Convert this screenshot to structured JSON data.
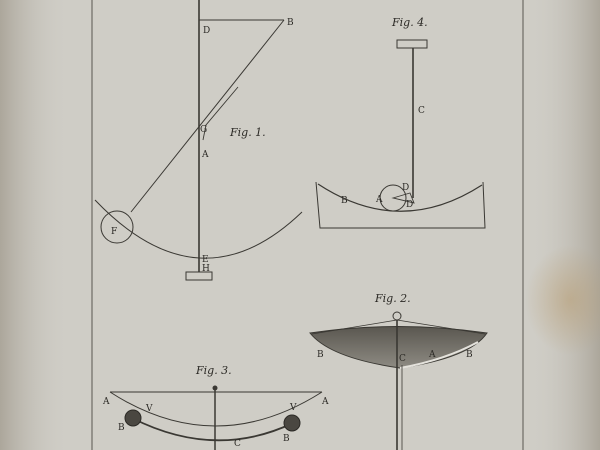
{
  "colors": {
    "paper": "#cfcdc6",
    "ink": "#3a3833",
    "stain": "#b89c70"
  },
  "figures": {
    "fig1": {
      "title": "Fig. 1.",
      "labels": {
        "D": "D",
        "B": "B",
        "G": "G",
        "A": "A",
        "F": "F",
        "E": "E",
        "H": "H"
      }
    },
    "fig2": {
      "title": "Fig. 2.",
      "labels": {
        "B_left": "B",
        "C": "C",
        "A": "A",
        "B_right": "B"
      }
    },
    "fig3": {
      "title": "Fig. 3.",
      "labels": {
        "A_left": "A",
        "V_left": "V",
        "B_left": "B",
        "C": "C",
        "V_right": "V",
        "B_right": "B",
        "A_right": "A"
      }
    },
    "fig4": {
      "title": "Fig. 4.",
      "labels": {
        "C": "C",
        "D_top": "D",
        "A": "A",
        "D_bottom": "D",
        "B": "B"
      }
    }
  }
}
